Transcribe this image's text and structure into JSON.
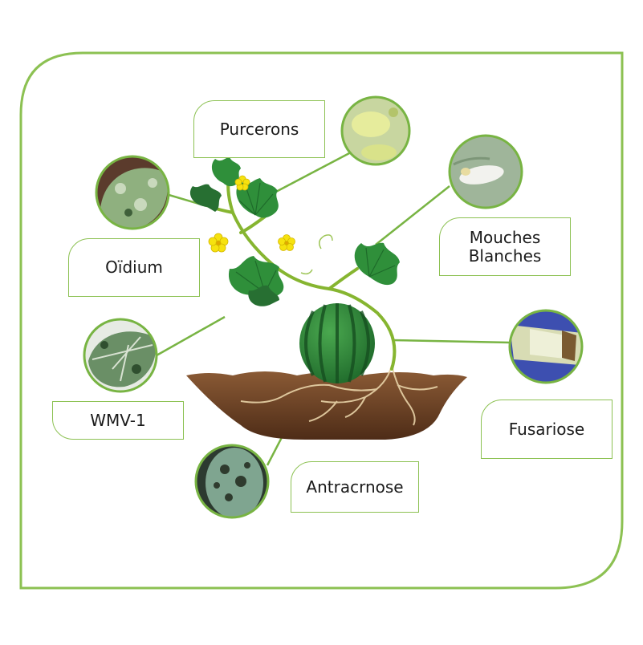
{
  "labels": {
    "purcerons": "Purcerons",
    "mouches": "Mouches\nBlanches",
    "oidium": "Oïdium",
    "wmv": "WMV-1",
    "fusariose": "Fusariose",
    "antracnose": "Antracrnose"
  },
  "colors": {
    "frame": "#8cc152",
    "leader": "#78b443",
    "leaf": "#2f8f3a",
    "leaf_dark": "#1e6b2a",
    "soil": "#6b3f22",
    "melon": "#2f8c3f",
    "flower": "#f6e20f"
  },
  "icons": {
    "pest_photos": [
      "aphid-photo-icon",
      "whitefly-photo-icon",
      "powdery-mildew-leaf-icon",
      "mosaic-virus-leaf-icon",
      "fusarium-stem-icon",
      "anthracnose-fruit-icon"
    ]
  }
}
